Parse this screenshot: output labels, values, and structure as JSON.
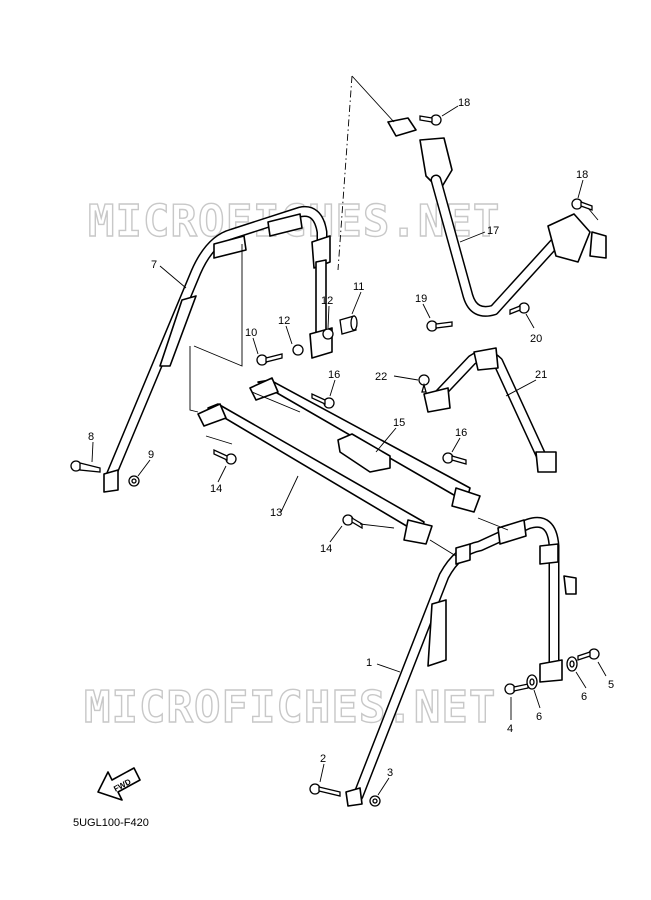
{
  "diagram_code": "5UGL100-F420",
  "watermark": "MICROFICHES.NET",
  "fwd_label": "FWD",
  "callouts": [
    "1",
    "2",
    "3",
    "4",
    "5",
    "6",
    "6",
    "7",
    "8",
    "9",
    "10",
    "11",
    "12",
    "12",
    "13",
    "14",
    "14",
    "15",
    "16",
    "16",
    "17",
    "18",
    "18",
    "19",
    "20",
    "21",
    "22"
  ]
}
